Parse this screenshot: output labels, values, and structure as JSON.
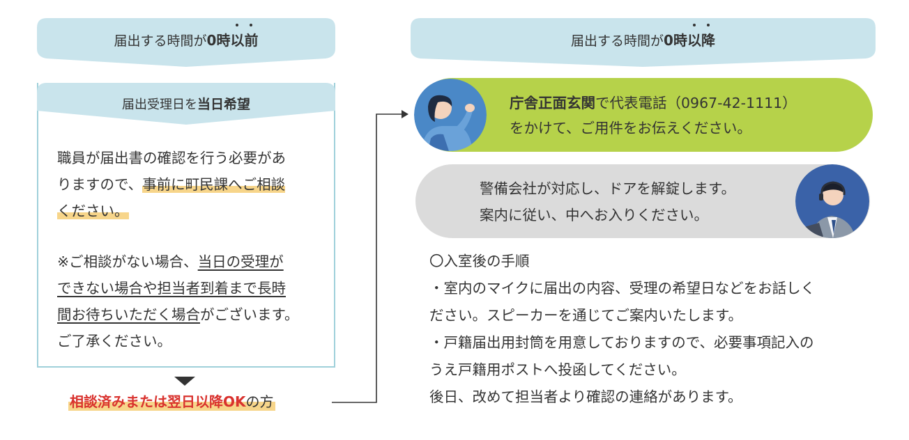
{
  "left_banner": {
    "prefix": "届出する時間が",
    "zero": "0",
    "ji": "時",
    "dot1": "以",
    "dot2": "前"
  },
  "right_banner": {
    "prefix": "届出する時間が",
    "zero": "0",
    "ji": "時",
    "dot1": "以",
    "dot2": "降"
  },
  "left_header": {
    "prefix": "届出受理日を",
    "bold": "当日希望"
  },
  "left_body": {
    "line1": "職員が届出書の確認を行う必要があ",
    "line2a": "りますので、",
    "line2b": "事前に町民課へご相談",
    "line3": "ください。",
    "note1a": "※ご相談がない場合、",
    "note1b": "当日の受理が",
    "note2": "できない場合や担当者到着まで長時",
    "note3a": "間お待ちいただく場合",
    "note3b": "がございます。",
    "note4": "ご了承ください。"
  },
  "result": {
    "part1": "相談済みまたは",
    "part2": "翌日以降OK",
    "part3": "の方"
  },
  "step1": {
    "bold": "庁舎正面玄関",
    "text1": "で代表電話（0967-42-1111）",
    "text2": "をかけて、ご用件をお伝えください。"
  },
  "step2": {
    "line1": "警備会社が対応し、ドアを解錠します。",
    "line2": "案内に従い、中へお入りください。"
  },
  "procedure": {
    "title": "〇入室後の手順",
    "b1l1": "・室内のマイクに届出の内容、受理の希望日などをお話しく",
    "b1l2": "ださい。スピーカーを通じてご案内いたします。",
    "b2l1": "・戸籍届出用封筒を用意しておりますので、必要事項記入の",
    "b2l2": "うえ戸籍用ポストへ投函してください。",
    "b3": "後日、改めて担当者より確認の連絡があります。"
  },
  "colors": {
    "banner": "#c9e4ec",
    "box_border": "#9fd0da",
    "green": "#b6d24a",
    "gray": "#dbdbdb",
    "highlight": "#f7d58a",
    "red": "#d9322e"
  },
  "icons": [
    "woman-caller-icon",
    "security-operator-icon"
  ]
}
